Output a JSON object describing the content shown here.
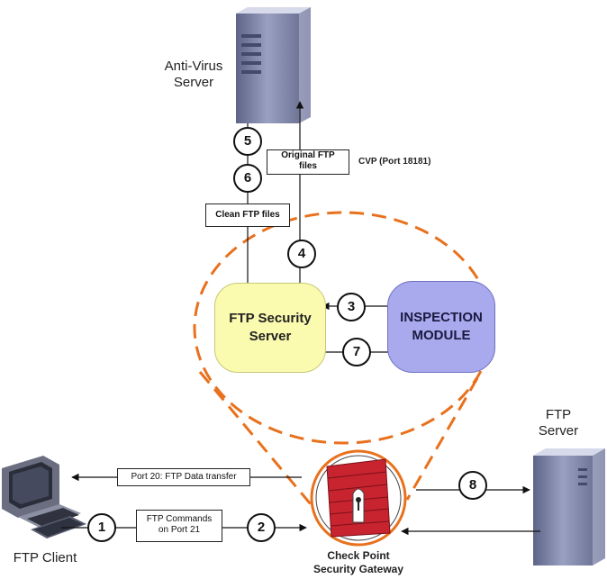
{
  "nodes": {
    "antivirus": "Anti-Virus\nServer",
    "ftp_server": "FTP\nServer",
    "ftp_client": "FTP Client",
    "gateway": "Check Point\nSecurity Gateway",
    "security_server": "FTP Security\nServer",
    "inspection_module": "INSPECTION\nMODULE"
  },
  "flows": {
    "original_files": "Original FTP\nfiles",
    "cvp": "CVP (Port 18181)",
    "clean_files": "Clean FTP files",
    "data_transfer": "Port 20: FTP Data transfer",
    "commands": "FTP Commands\non Port 21"
  },
  "steps": [
    "1",
    "2",
    "3",
    "4",
    "5",
    "6",
    "7",
    "8"
  ],
  "colors": {
    "zoom_ellipse": "#e8711d",
    "security_server_fill": "#fbfbb0",
    "inspection_fill": "#a9a9ee",
    "server_body": "#7b82a8",
    "firewall_red": "#c8242f"
  }
}
